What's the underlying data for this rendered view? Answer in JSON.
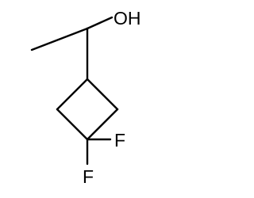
{
  "molecule": {
    "atoms": {
      "hydroxyl": "OH",
      "fluorine_right": "F",
      "fluorine_bottom": "F"
    }
  }
}
